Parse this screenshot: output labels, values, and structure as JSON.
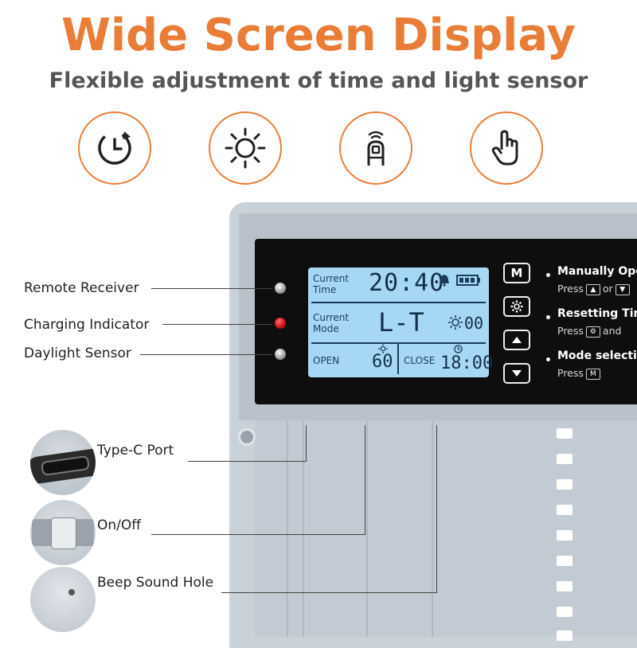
{
  "header": {
    "title": "Wide Screen Display",
    "subtitle": "Flexible adjustment of time and light sensor"
  },
  "features": [
    {
      "icon": "clock-timer-icon"
    },
    {
      "icon": "sun-icon"
    },
    {
      "icon": "remote-control-icon"
    },
    {
      "icon": "touch-hand-icon"
    }
  ],
  "colors": {
    "accent": "#e97d38",
    "lcd": "#a6d8f5",
    "panel": "#0e0e0e",
    "housing": "#c9d1d9"
  },
  "callouts": {
    "remote_receiver": "Remote Receiver",
    "charging_indicator": "Charging Indicator",
    "daylight_sensor": "Daylight Sensor",
    "type_c_port": "Type-C Port",
    "on_off": "On/Off",
    "beep_sound_hole": "Beep Sound Hole"
  },
  "lcd": {
    "current_time_label_1": "Current",
    "current_time_label_2": "Time",
    "time_value": "20:40",
    "current_mode_label_1": "Current",
    "current_mode_label_2": "Mode",
    "mode_value": "L-T",
    "sensor_value": "00",
    "open_label": "OPEN",
    "open_value": "60",
    "close_label": "CLOSE",
    "close_value": "18:00"
  },
  "buttons": {
    "mode": "M",
    "settings_icon": "gear-icon",
    "up_icon": "triangle-up-icon",
    "down_icon": "triangle-down-icon"
  },
  "instructions": [
    {
      "title": "Manually Ope",
      "desc_prefix": "Press",
      "desc_mid": "or",
      "desc_suffix": ""
    },
    {
      "title": "Resetting Tin",
      "desc_prefix": "Press",
      "desc_mid": "and",
      "desc_suffix": ""
    },
    {
      "title": "Mode selectio",
      "desc_prefix": "Press",
      "desc_mid": "",
      "desc_suffix": ""
    }
  ]
}
